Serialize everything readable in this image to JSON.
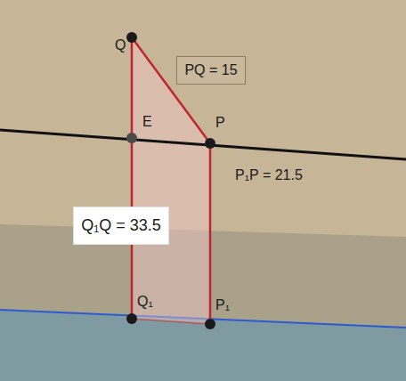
{
  "diagram": {
    "nodes": [
      {
        "text": [
          "PQ = 15"
        ]
      },
      {
        "text": [
          "Q₁Q = 33.5"
        ]
      }
    ],
    "labels": [
      "Q",
      "E",
      "P",
      "Q₁",
      "P₁",
      "P₁P = 21.5"
    ]
  }
}
